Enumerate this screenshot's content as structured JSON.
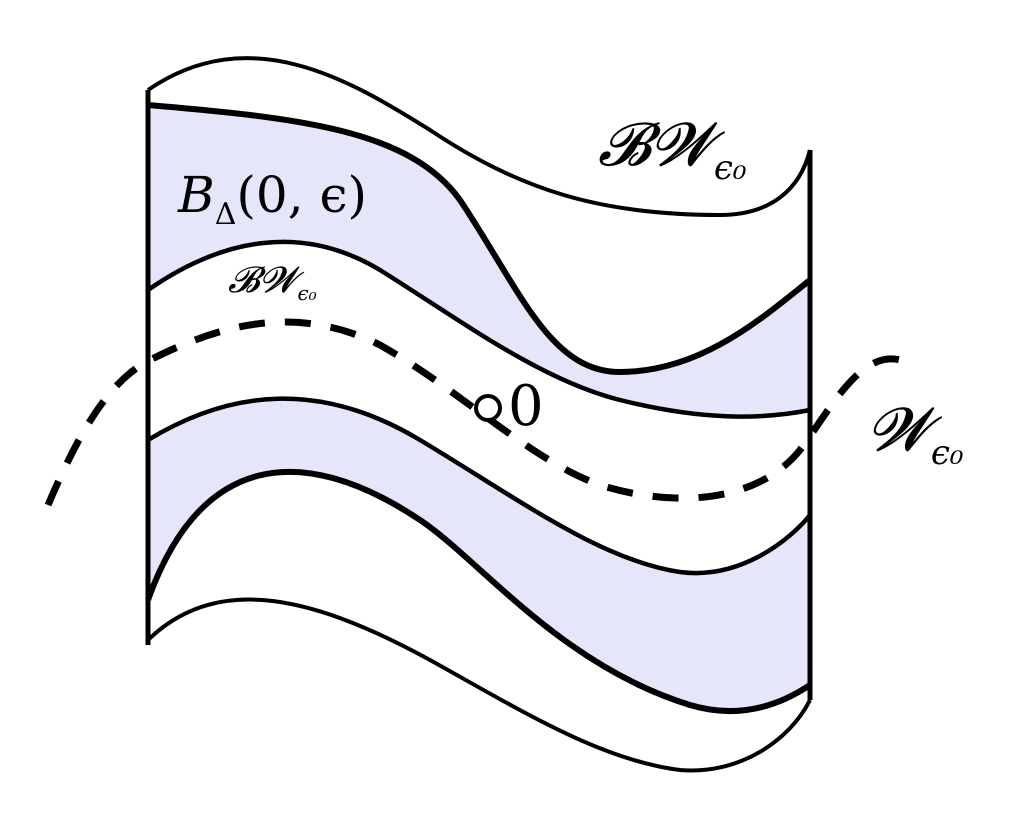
{
  "colors": {
    "region_fill": "#e6e6fa",
    "stroke": "#000000",
    "background": "#ffffff"
  },
  "labels": {
    "outer_sheet": {
      "main": "𝓑𝓦",
      "sub": "ϵ₀"
    },
    "ball": {
      "main": "B",
      "sub": "Δ",
      "args": "(0, ϵ)"
    },
    "inner_sheet": {
      "main": "𝓑𝓦",
      "sub": "ϵ₀"
    },
    "origin": "0",
    "manifold": {
      "main": "𝓦",
      "sub": "ϵ₀"
    }
  }
}
